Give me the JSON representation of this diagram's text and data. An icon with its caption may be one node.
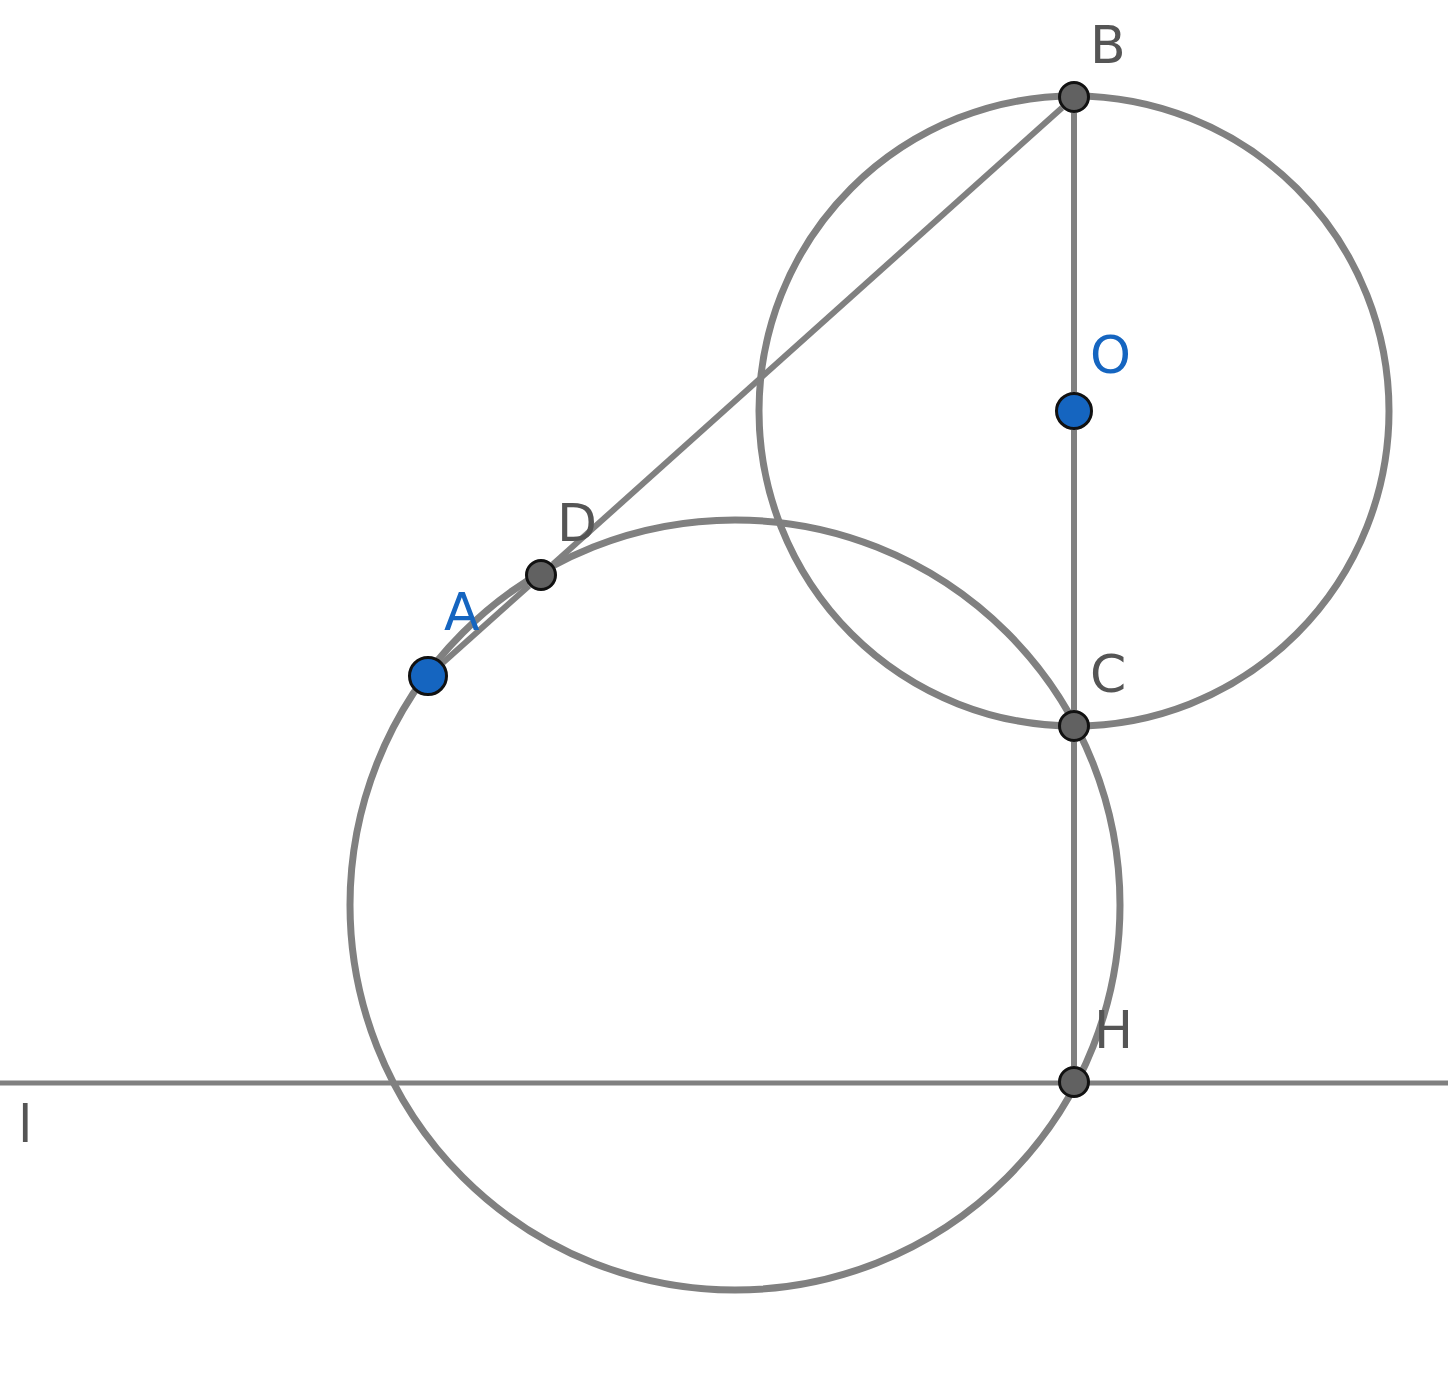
{
  "diagram": {
    "nodes": [
      {
        "text": [
          "B"
        ]
      },
      {
        "text": [
          "O"
        ]
      },
      {
        "text": [
          "C"
        ]
      },
      {
        "text": [
          "H"
        ]
      },
      {
        "text": [
          "D"
        ]
      },
      {
        "text": [
          "A"
        ]
      }
    ],
    "edges": [
      {
        "from": 0,
        "to": 1,
        "arrow": "none"
      },
      {
        "from": 1,
        "to": 2,
        "arrow": "none"
      },
      {
        "from": 2,
        "to": 3,
        "arrow": "none"
      },
      {
        "from": 0,
        "to": 4,
        "arrow": "none"
      },
      {
        "from": 4,
        "to": 5,
        "arrow": "none"
      }
    ],
    "labels": [
      "l"
    ]
  }
}
